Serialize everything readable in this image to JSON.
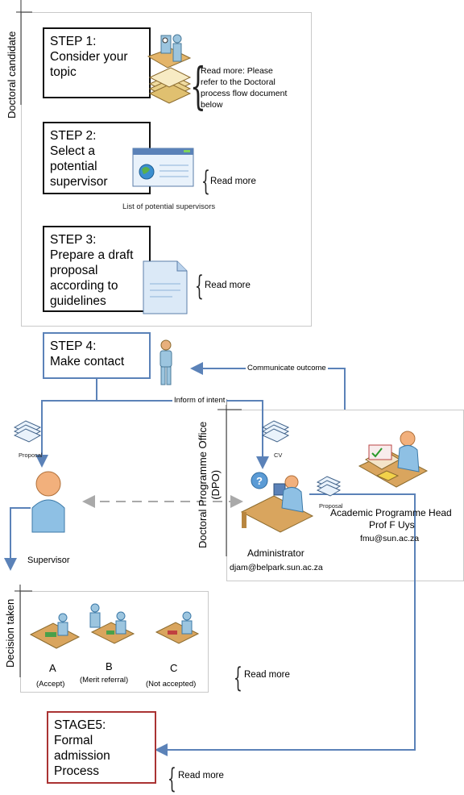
{
  "lanes": {
    "doctoral_candidate": "Doctoral candidate",
    "dpo_line1": "Doctoral Programme Office",
    "dpo_line2": "(DPO)",
    "decision_taken": "Decision taken"
  },
  "steps": [
    {
      "lines": [
        "STEP 1:",
        "Consider your",
        "topic"
      ]
    },
    {
      "lines": [
        "STEP 2:",
        "Select a",
        "potential",
        "supervisor"
      ]
    },
    {
      "lines": [
        "STEP 3:",
        "Prepare a draft",
        "proposal",
        "according to",
        "guidelines"
      ]
    },
    {
      "lines": [
        "STEP 4:",
        "Make contact"
      ]
    }
  ],
  "stage5": {
    "lines": [
      "STAGE5:",
      "Formal",
      "admission",
      "Process"
    ]
  },
  "notes": {
    "step1_read_more": [
      "Read more: Please",
      "refer to the Doctoral",
      "process flow document",
      "below"
    ],
    "read_more": "Read more",
    "list_of_supervisors": "List of potential supervisors"
  },
  "labels": {
    "communicate_outcome": "Communicate outcome",
    "inform_of_intent": "Inform of intent",
    "proposal": "Proposal",
    "cv": "CV",
    "supervisor": "Supervisor",
    "administrator": "Administrator",
    "administrator_email": "djam@belpark.sun.ac.za",
    "aph_title": "Academic Programme Head",
    "aph_name": "Prof F Uys",
    "aph_email": "fmu@sun.ac.za"
  },
  "decisions": [
    {
      "letter": "A",
      "caption": "(Accept)"
    },
    {
      "letter": "B",
      "caption": "(Merit referral)"
    },
    {
      "letter": "C",
      "caption": "(Not accepted)"
    }
  ],
  "colors": {
    "connector": "#5b82b8",
    "dashed_connector": "#a9a9a9",
    "stage_border": "#a33333",
    "panel_border": "#c9c9c9"
  }
}
